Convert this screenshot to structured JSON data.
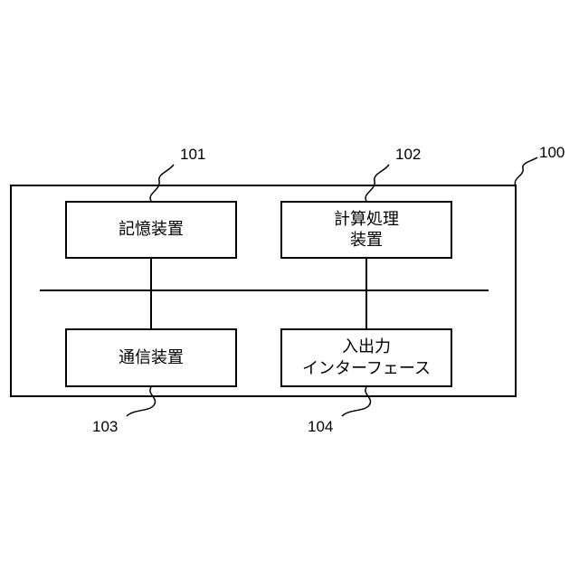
{
  "diagram": {
    "system": {
      "ref": "100"
    },
    "blocks": [
      {
        "id": "storage",
        "ref": "101",
        "lines": [
          "記憶装置"
        ]
      },
      {
        "id": "processor",
        "ref": "102",
        "lines": [
          "計算処理",
          "装置"
        ]
      },
      {
        "id": "communication",
        "ref": "103",
        "lines": [
          "通信装置"
        ]
      },
      {
        "id": "io",
        "ref": "104",
        "lines": [
          "入出力",
          "インターフェース"
        ]
      }
    ]
  }
}
